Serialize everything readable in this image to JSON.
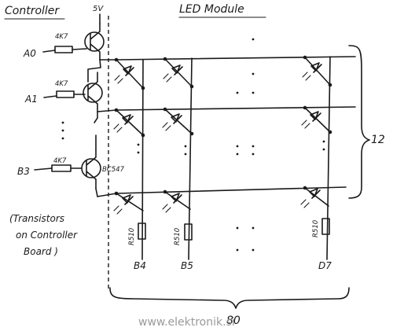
{
  "titles": {
    "controller": "Controller",
    "led_module": "LED Module"
  },
  "supply": {
    "label": "5V"
  },
  "inputs": [
    {
      "pin": "A0",
      "resistor": "4K7"
    },
    {
      "pin": "A1",
      "resistor": "4K7"
    },
    {
      "pin": "B3",
      "resistor": "4K7",
      "transistor": "BC547"
    }
  ],
  "columns": [
    {
      "pin": "B4",
      "resistor": "R510"
    },
    {
      "pin": "B5",
      "resistor": "R510"
    },
    {
      "pin": "D7",
      "resistor": "R510"
    }
  ],
  "note": {
    "line1": "(Transistors",
    "line2": "on Controller",
    "line3": "Board )"
  },
  "rows_count": "12",
  "columns_count": "80",
  "watermark": "www.elektronik.si",
  "colors": {
    "ink": "#1a1a1a",
    "watermark": "#9a9a9a"
  }
}
